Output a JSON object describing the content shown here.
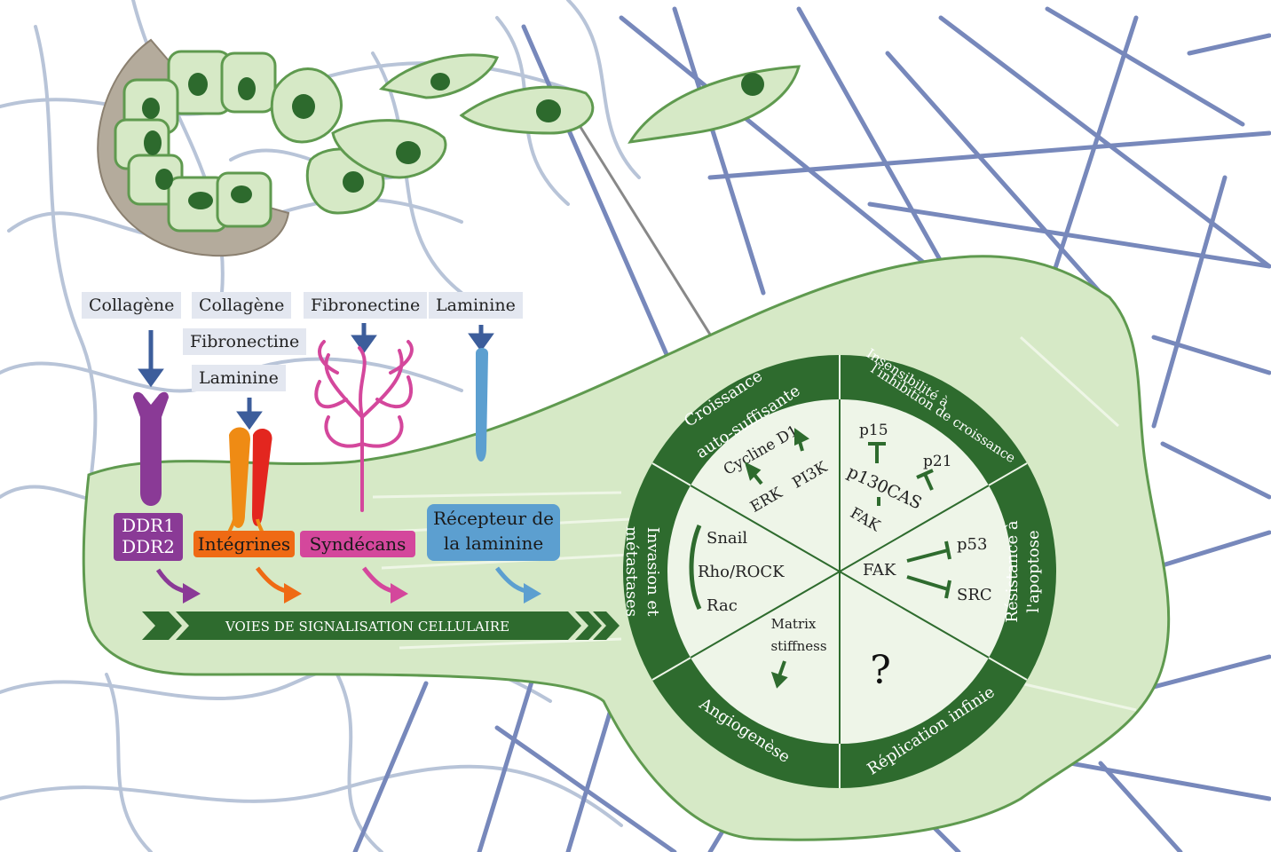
{
  "ligands": [
    "Collagène",
    "Collagène",
    "Fibronectine",
    "Laminine",
    "Fibronectine",
    "Laminine"
  ],
  "receptors": {
    "ddr": [
      "DDR1",
      "DDR2"
    ],
    "integrines": "Intégrines",
    "syndecans": "Syndécans",
    "laminin_receptor": [
      "Récepteur de",
      "la laminine"
    ]
  },
  "pathway_banner": "VOIES DE SIGNALISATION CELLULAIRE",
  "hallmarks": {
    "top_left": [
      "Croissance",
      "auto-suffisante"
    ],
    "top_right": [
      "Insensibilité à",
      "l'inhibition de croissance"
    ],
    "right": [
      "Résistance à",
      "l'apoptose"
    ],
    "bottom_right": "Réplication infinie",
    "bottom_left": "Angiogenèse",
    "left": [
      "Invasion et",
      "métastases"
    ]
  },
  "inner": {
    "growth": [
      "Cycline D1",
      "ERK",
      "PI3K"
    ],
    "insensitivity": [
      "p15",
      "p21",
      "p130CAS",
      "FAK"
    ],
    "apoptosis": [
      "FAK",
      "p53",
      "SRC"
    ],
    "replication": "?",
    "angiogenesis": [
      "Matrix",
      "stiffness"
    ],
    "invasion": [
      "Snail",
      "Rho/ROCK",
      "Rac"
    ]
  },
  "colors": {
    "dark_green": "#2e6b2e",
    "cell_fill": "#d6e9c6",
    "cell_stroke": "#5f9a4f",
    "nucleus": "#2d6a2d",
    "fiber_blue": "#7788bb",
    "fiber_light": "#b8c4d8",
    "ddr": "#8a3a96",
    "integrin_orange": "#ef8b14",
    "integrin_red": "#e3261f",
    "syndecan": "#d4479c",
    "laminin_receptor": "#5c9fd0",
    "ligand_box": "#e3e7f0"
  }
}
